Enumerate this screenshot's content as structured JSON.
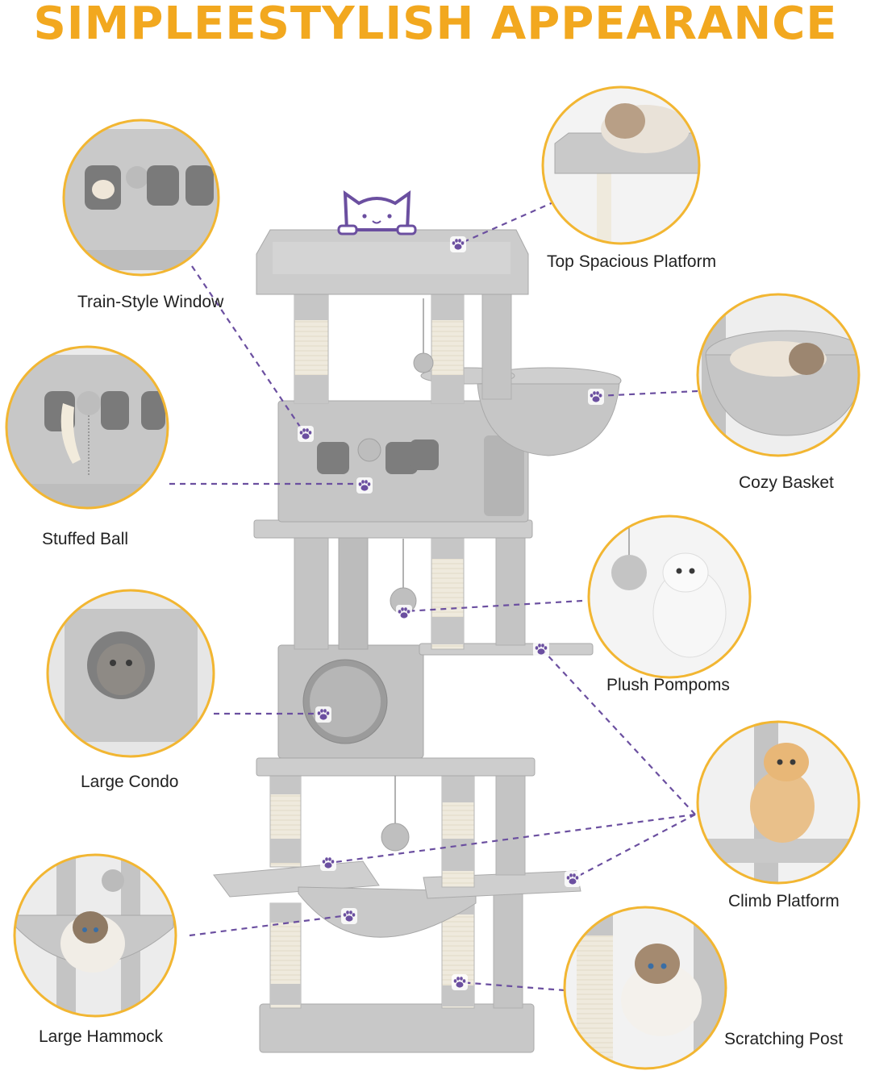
{
  "headline": "SIMPLEESTYLISH APPEARANCE",
  "colors": {
    "headline": "#f2a81f",
    "circle_ring": "#f2b632",
    "leader_line": "#6b4fa0",
    "paw": "#6b4fa0",
    "plush_gray": "#c8c8c8",
    "sisal": "#efeadd"
  },
  "features": {
    "train_window": {
      "label": "Train-Style Window",
      "icon": "paw-icon"
    },
    "stuffed_ball": {
      "label": "Stuffed Ball",
      "icon": "paw-icon"
    },
    "large_condo": {
      "label": "Large Condo",
      "icon": "paw-icon"
    },
    "large_hammock": {
      "label": "Large Hammock",
      "icon": "paw-icon"
    },
    "top_platform": {
      "label": "Top Spacious Platform",
      "icon": "paw-icon"
    },
    "cozy_basket": {
      "label": "Cozy Basket",
      "icon": "paw-icon"
    },
    "plush_pompoms": {
      "label": "Plush Pompoms",
      "icon": "paw-icon"
    },
    "climb_platform": {
      "label": "Climb Platform",
      "icon": "paw-icon"
    },
    "scratching_post": {
      "label": "Scratching Post",
      "icon": "paw-icon"
    }
  },
  "mascot_icon": "cat-face-icon"
}
